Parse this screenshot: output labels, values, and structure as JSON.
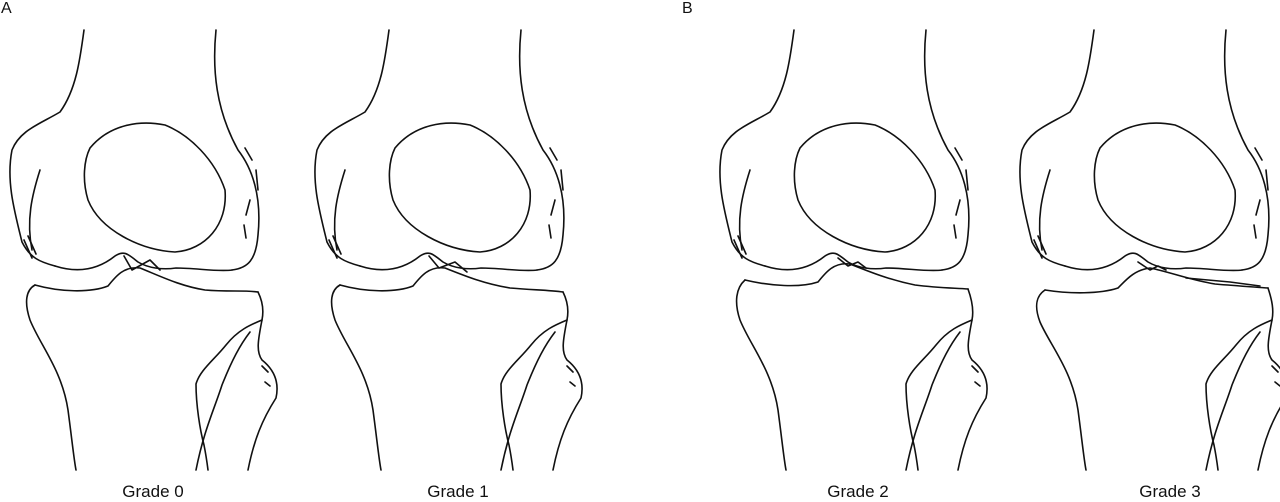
{
  "panels": [
    {
      "letter": "A"
    },
    {
      "letter": "B"
    }
  ],
  "grades": [
    {
      "label": "Grade 0"
    },
    {
      "label": "Grade 1"
    },
    {
      "label": "Grade 2"
    },
    {
      "label": "Grade 3"
    }
  ],
  "style": {
    "line_color": "#111111",
    "background": "#ffffff"
  }
}
